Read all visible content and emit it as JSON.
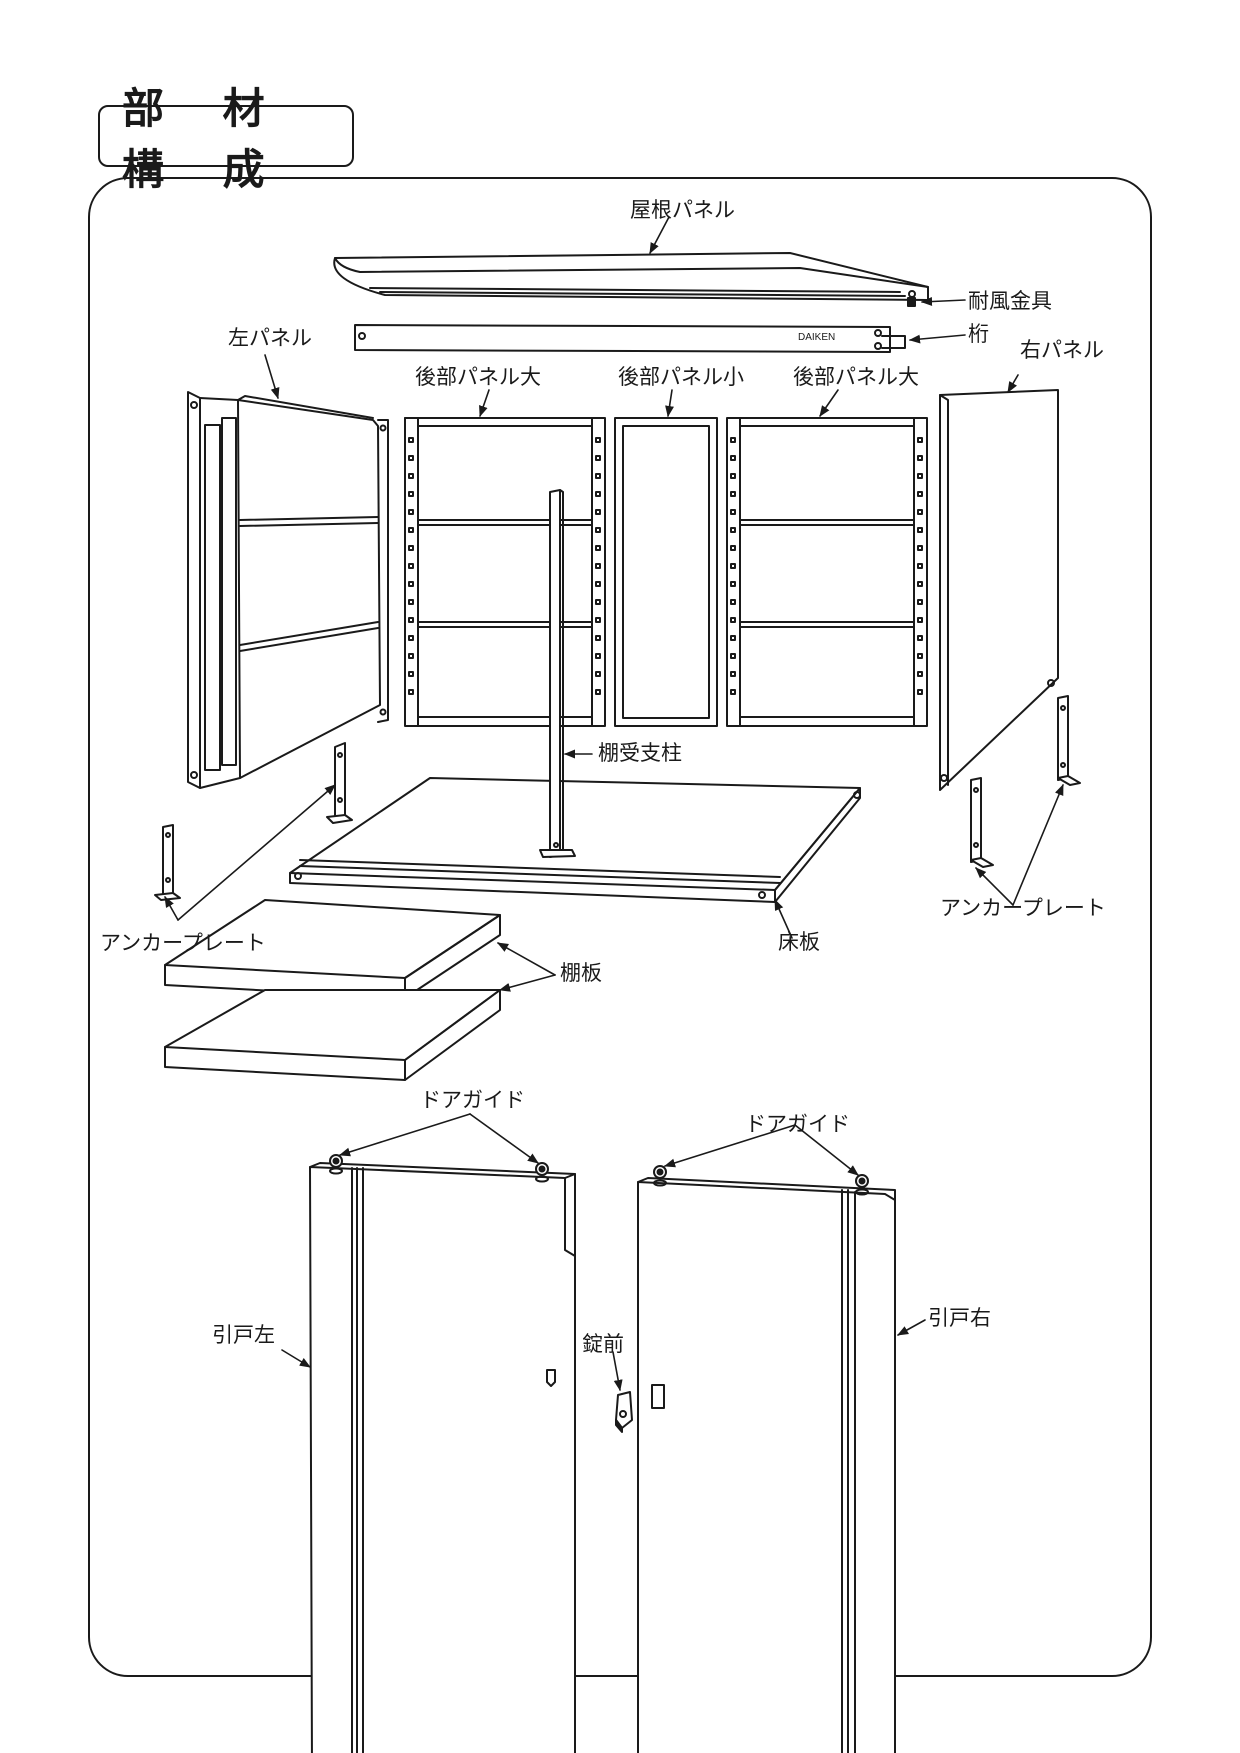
{
  "title": "部 材 構 成",
  "labels": {
    "roof_panel": "屋根パネル",
    "wind_bracket": "耐風金具",
    "beam": "桁",
    "left_panel": "左パネル",
    "right_panel": "右パネル",
    "rear_panel_large_1": "後部パネル大",
    "rear_panel_small": "後部パネル小",
    "rear_panel_large_2": "後部パネル大",
    "shelf_post": "棚受支柱",
    "floor_board": "床板",
    "shelf_board": "棚板",
    "anchor_plate_left": "アンカープレート",
    "anchor_plate_right": "アンカープレート",
    "door_guide_left": "ドアガイド",
    "door_guide_right": "ドアガイド",
    "sliding_door_left": "引戸左",
    "sliding_door_right": "引戸右",
    "lock": "錠前"
  },
  "brand": "DAIKEN"
}
